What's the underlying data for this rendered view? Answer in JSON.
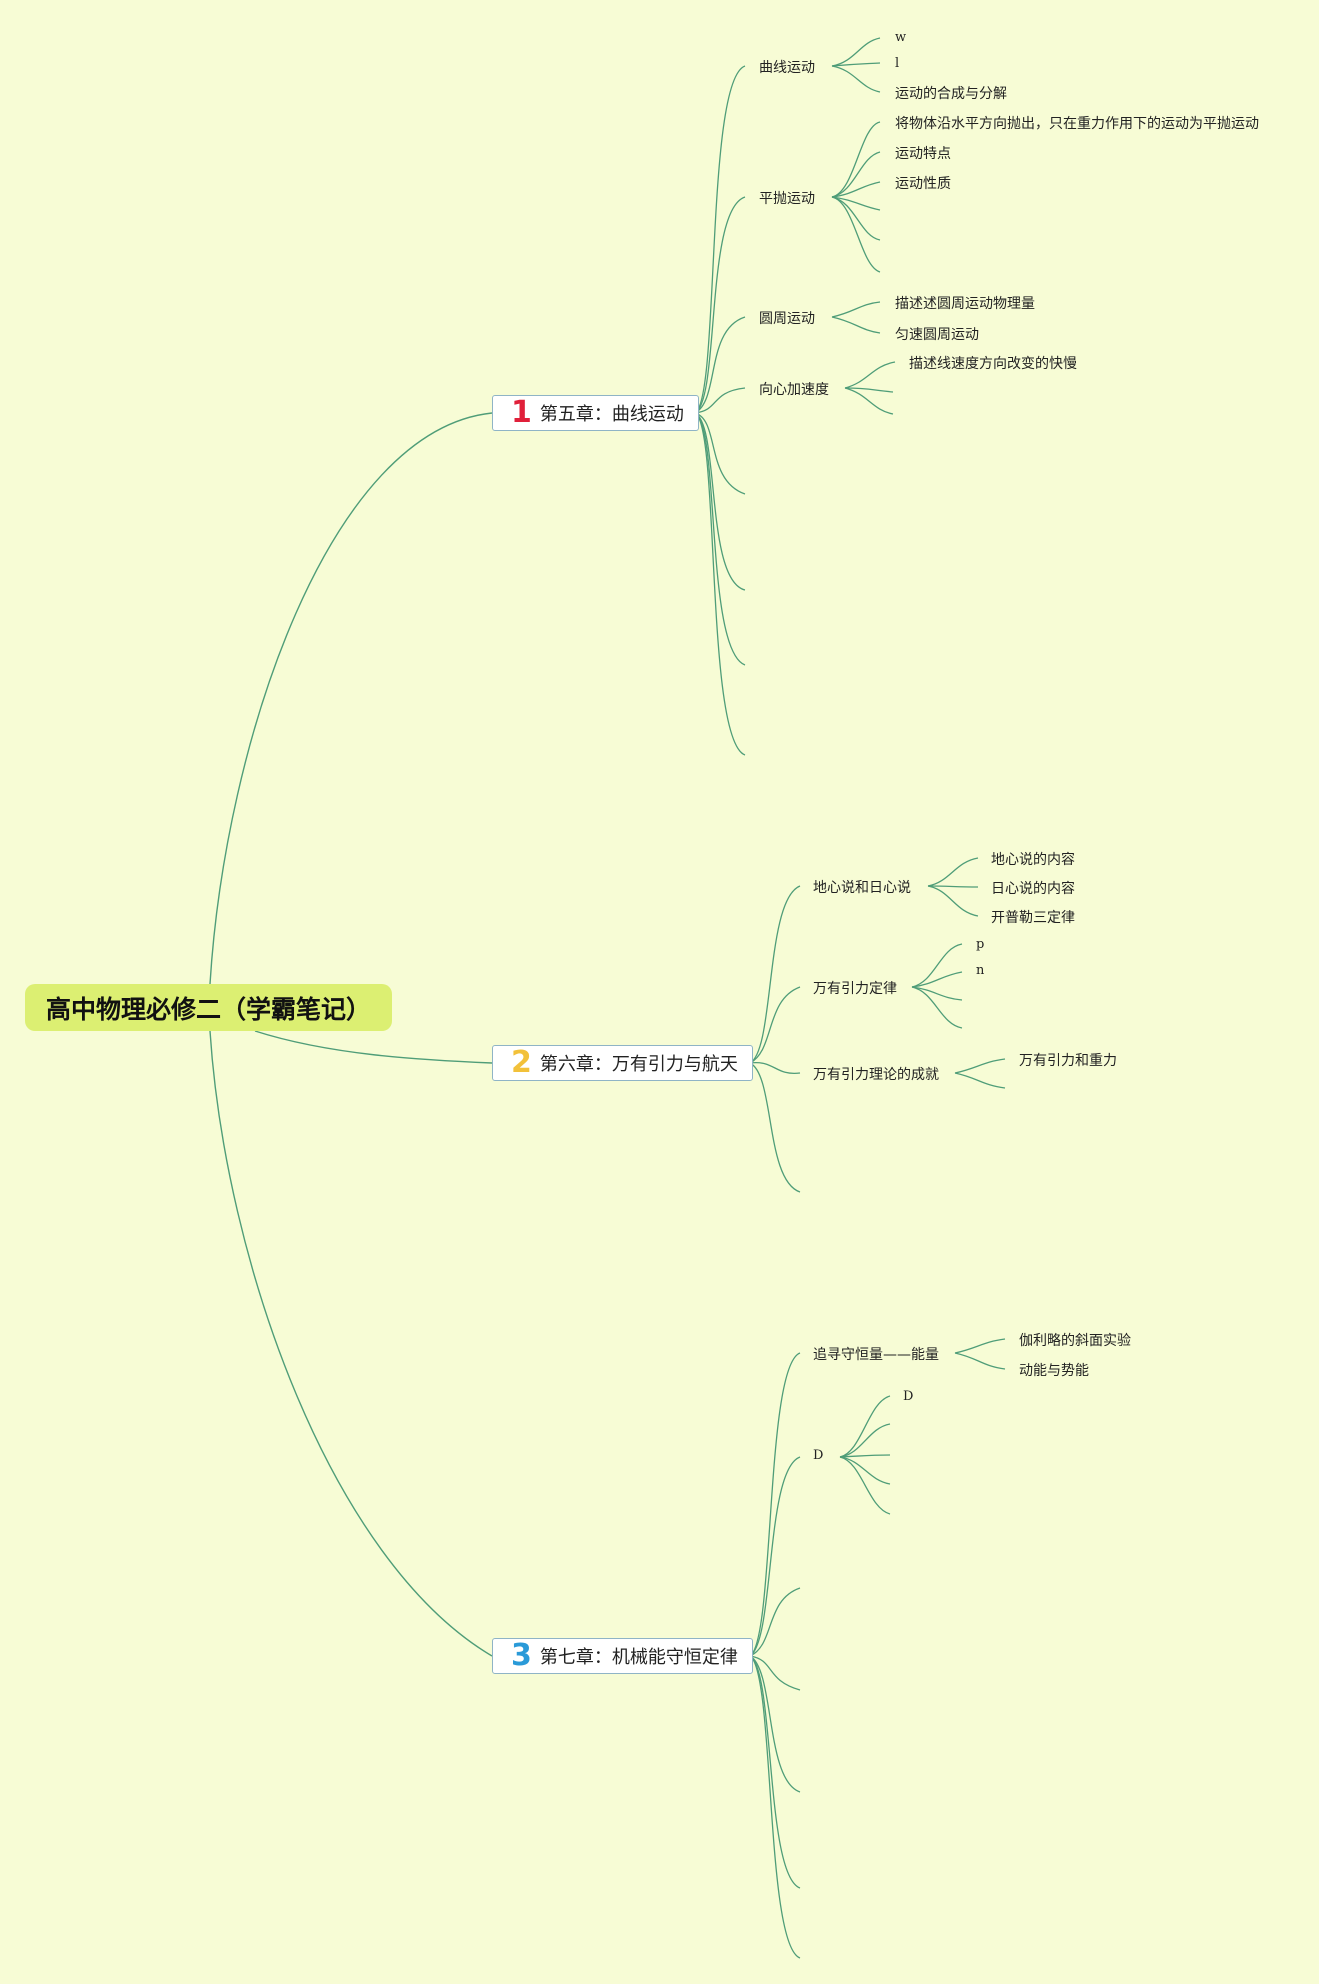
{
  "root": {
    "title": "高中物理必修二（学霸笔记）"
  },
  "chapters": [
    {
      "number": "1",
      "color": "#e0203a",
      "title": "第五章：曲线运动",
      "topics": [
        {
          "label": "曲线运动",
          "leaves": [
            "w",
            "l",
            "运动的合成与分解"
          ]
        },
        {
          "label": "平抛运动",
          "leaves": [
            "将物体沿水平方向抛出，只在重力作用下的运动为平抛运动",
            "运动特点",
            "运动性质",
            "",
            "",
            ""
          ]
        },
        {
          "label": "圆周运动",
          "leaves": [
            "描述述圆周运动物理量",
            "匀速圆周运动"
          ]
        },
        {
          "label": "向心加速度",
          "leaves": [
            "描述线速度方向改变的快慢",
            "",
            ""
          ]
        }
      ]
    },
    {
      "number": "2",
      "color": "#f2c13a",
      "title": "第六章：万有引力与航天",
      "topics": [
        {
          "label": "地心说和日心说",
          "leaves": [
            "地心说的内容",
            "日心说的内容",
            "开普勒三定律"
          ]
        },
        {
          "label": "万有引力定律",
          "leaves": [
            "p",
            "n",
            "",
            ""
          ]
        },
        {
          "label": "万有引力理论的成就",
          "leaves": [
            "万有引力和重力",
            ""
          ]
        }
      ]
    },
    {
      "number": "3",
      "color": "#2a9ad8",
      "title": "第七章：机械能守恒定律",
      "topics": [
        {
          "label": "追寻守恒量——能量",
          "leaves": [
            "伽利略的斜面实验",
            "动能与势能"
          ]
        },
        {
          "label": "D",
          "leaves": [
            "D",
            "",
            "",
            "",
            ""
          ]
        }
      ]
    }
  ]
}
